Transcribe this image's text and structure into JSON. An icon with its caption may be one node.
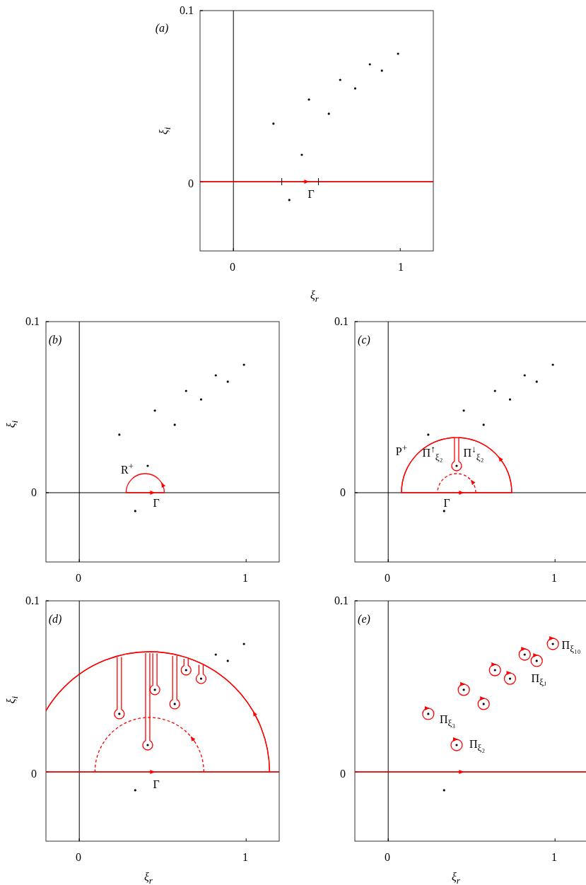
{
  "diagram": {
    "labels": [
      "(a)",
      "0.1",
      "ξ$_{i}$",
      "0",
      "Γ",
      "0",
      "1",
      "ξ$_{r}$",
      "(b)",
      "0.1",
      "ξ$_{i}$",
      "R$^{+}$",
      "0",
      "Γ",
      "0",
      "1",
      "(c)",
      "0.1",
      "P$^{+}$",
      "Π$^{↑}$$_{ξ₂}$",
      "Π$^{↓}$$_{ξ₂}$",
      "0",
      "Γ",
      "0",
      "1",
      "(d)",
      "0.1",
      "ξ$_{i}$",
      "0",
      "Γ",
      "0",
      "1",
      "ξ$_{r}$",
      "(e)",
      "0.1",
      "Π$_{ξ₁₀}$",
      "Π$_{ξⱼ}$",
      "Π$_{ξ₃}$",
      "Π$_{ξ₂}$",
      "0",
      "0",
      "1",
      "ξ$_{r}$"
    ]
  }
}
